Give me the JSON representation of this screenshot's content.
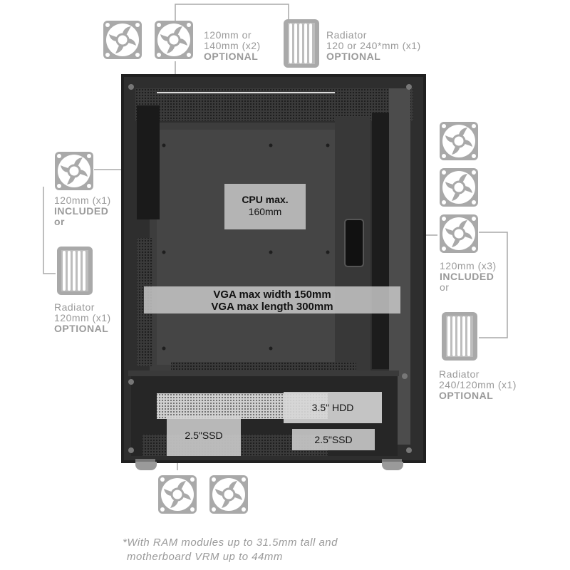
{
  "top": {
    "fan_label": [
      "120mm or",
      "140mm (x2)"
    ],
    "fan_optional": "OPTIONAL",
    "radiator_label": [
      "Radiator",
      "120 or 240*mm (x1)"
    ],
    "radiator_optional": "OPTIONAL"
  },
  "rear": {
    "fan_label": "120mm (x1)",
    "fan_included": "INCLUDED",
    "or": "or",
    "radiator_label": [
      "Radiator",
      "120mm (x1)"
    ],
    "radiator_optional": "OPTIONAL"
  },
  "front": {
    "fan_label": "120mm (x3)",
    "fan_included": "INCLUDED",
    "or": "or",
    "radiator_label": [
      "Radiator",
      "240/120mm (x1)"
    ],
    "radiator_optional": "OPTIONAL"
  },
  "interior": {
    "cpu": [
      "CPU max.",
      "160mm"
    ],
    "vga": [
      "VGA max width 150mm",
      "VGA max length 300mm"
    ],
    "hdd": "3.5\" HDD",
    "ssd_left": "2.5\"SSD",
    "ssd_right": "2.5\"SSD"
  },
  "footnote": [
    "*With RAM modules up to 31.5mm tall and",
    "motherboard VRM up to 44mm"
  ],
  "colors": {
    "label_gray": "#9a9a9a",
    "fan_gray": "#a8a8a8",
    "case_dark": "#2b2b2b"
  },
  "icons": {
    "fan": "fan-icon",
    "radiator": "radiator-icon"
  }
}
